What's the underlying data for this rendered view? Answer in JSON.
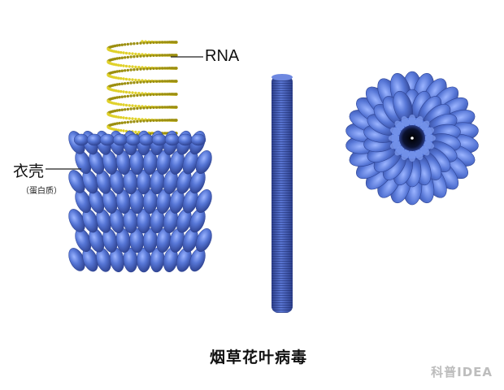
{
  "labels": {
    "rna": "RNA",
    "coat": "衣壳",
    "coat_sub": "（蛋白质）"
  },
  "caption": "烟草花叶病毒",
  "watermark": "科普IDEA",
  "colors": {
    "protein": "#4a6bd0",
    "protein_dark": "#2f4596",
    "protein_light": "#7f9cf0",
    "rna": "#e0d12a",
    "rna_dark": "#9c8f10"
  }
}
